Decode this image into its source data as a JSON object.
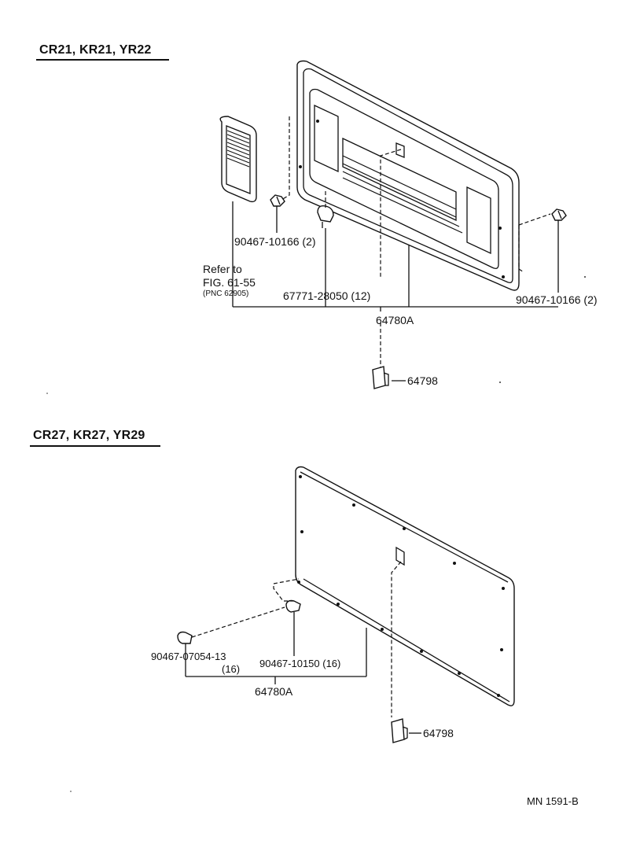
{
  "sections": [
    {
      "header": "CR21, KR21, YR22",
      "labels": {
        "part_a": "90467-10166 (2)",
        "refer_line1": "Refer to",
        "refer_line2": "FIG. 61-55",
        "refer_line3": "(PNC 62905)",
        "part_b": "67771-28050 (12)",
        "part_c": "90467-10166 (2)",
        "assembly": "64780A",
        "cap": "64798"
      }
    },
    {
      "header": "CR27, KR27, YR29",
      "labels": {
        "part_a_line1": "90467-07054-13",
        "part_a_line2": "(16)",
        "part_b": "90467-10150 (16)",
        "assembly": "64780A",
        "cap": "64798"
      }
    }
  ],
  "footer": "MN  1591-B"
}
